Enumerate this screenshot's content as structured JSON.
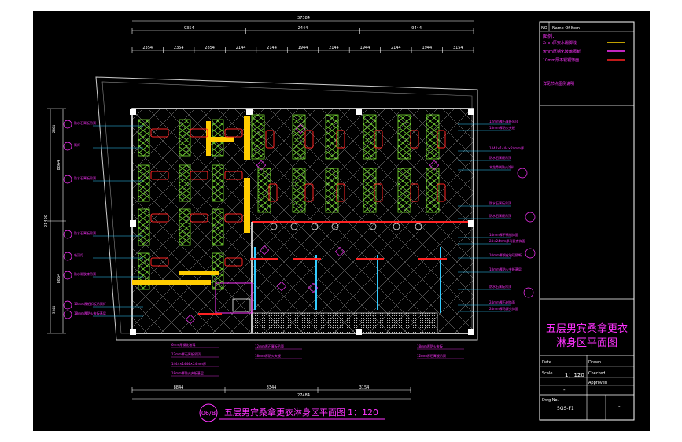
{
  "drawing": {
    "title": "五层男宾桑拿更衣淋身区平面图",
    "scale": "1：120",
    "title_ref": "06/B"
  },
  "dimensions": {
    "top_total": "37384",
    "top_groups": [
      "9354",
      "2444",
      "9444"
    ],
    "top_segments": [
      "2354",
      "2354",
      "2854",
      "2144",
      "2144",
      "1944",
      "2144",
      "1944",
      "2144",
      "1944",
      "3154"
    ],
    "bottom_total": "27484",
    "bottom_segments": [
      "8844",
      "8344",
      "3154"
    ],
    "left_total": "21400",
    "left_segments": [
      "8864",
      "8864"
    ],
    "left_small": [
      "2864",
      "3344"
    ]
  },
  "title_block": {
    "header": [
      "NO",
      "Name Of Item"
    ],
    "legend_label": "图例：",
    "legend": [
      {
        "text": "2mm厚实木踢脚线",
        "color": "#ffd400"
      },
      {
        "text": "9mm厚钢化玻璃隔断",
        "color": "#ff33ff"
      },
      {
        "text": "10mm厚不锈钢饰面",
        "color": "#ff2222"
      }
    ],
    "note": "详见节点图例说明",
    "sheet_title_line1": "五层男宾桑拿更衣",
    "sheet_title_line2": "淋身区平面图",
    "scale_label": "Scale",
    "scale_value": "1：120",
    "row_labels": [
      "Date",
      "Drawn",
      "Checked",
      "Approved"
    ],
    "dwg_label": "Dwg No.",
    "dwg_no": "5GS-F1",
    "rev": "-",
    "dash": "-"
  },
  "annotations": {
    "left": [
      "防水石膏板吊顶",
      "筒灯",
      "防水石膏板吊顶",
      "防水石膏板吊顶",
      "吸顶灯",
      "防水乳胶漆吊顶",
      "10mm厚铝扣板吊顶灯",
      "18mm厚防火夹板基层"
    ],
    "right": [
      "12mm厚石膏板吊顶",
      "18mm厚防火夹板",
      "1444×1444×24mm厚",
      "防水石膏板吊顶",
      "木龙骨刷防火涂料",
      "防水石膏板吊顶",
      "防水石膏板吊顶",
      "14mm厚不锈钢饰面",
      "24×24mm厚马赛克饰面",
      "10mm厚钢化玻璃隔断",
      "18mm厚防火夹板基层",
      "防水石膏板吊顶",
      "24mm厚石材饰面",
      "24mm厚马赛克饰面"
    ],
    "bottom": [
      "6mm厚钢化玻璃",
      "12mm厚石膏板吊顶",
      "1444×1444×24mm厚",
      "18mm厚防火夹板基层",
      "12mm厚石膏板吊顶",
      "18mm厚防火夹板",
      "18mm厚防火夹板",
      "12mm厚石膏板吊顶"
    ]
  }
}
